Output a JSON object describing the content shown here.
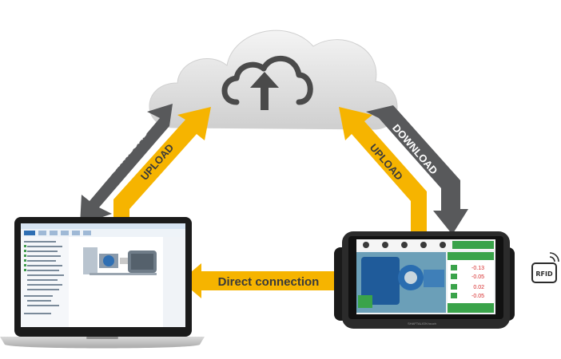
{
  "labels": {
    "download_left": "DOWNLOAD",
    "upload_left": "UPLOAD",
    "upload_right": "UPLOAD",
    "download_right": "DOWNLOAD",
    "direct_connection": "Direct connection",
    "rfid": "RFID"
  },
  "device": {
    "brand": "SHAFTALIGN touch",
    "readings": [
      "-0.13",
      "-0.05",
      "0.02",
      "-0.05"
    ]
  },
  "colors": {
    "download_arrow": "#58595b",
    "upload_arrow": "#f6b400",
    "cloud": "#dcdcdc",
    "cloud_icon": "#4a4a4a",
    "device_body": "#2b2b2b"
  }
}
